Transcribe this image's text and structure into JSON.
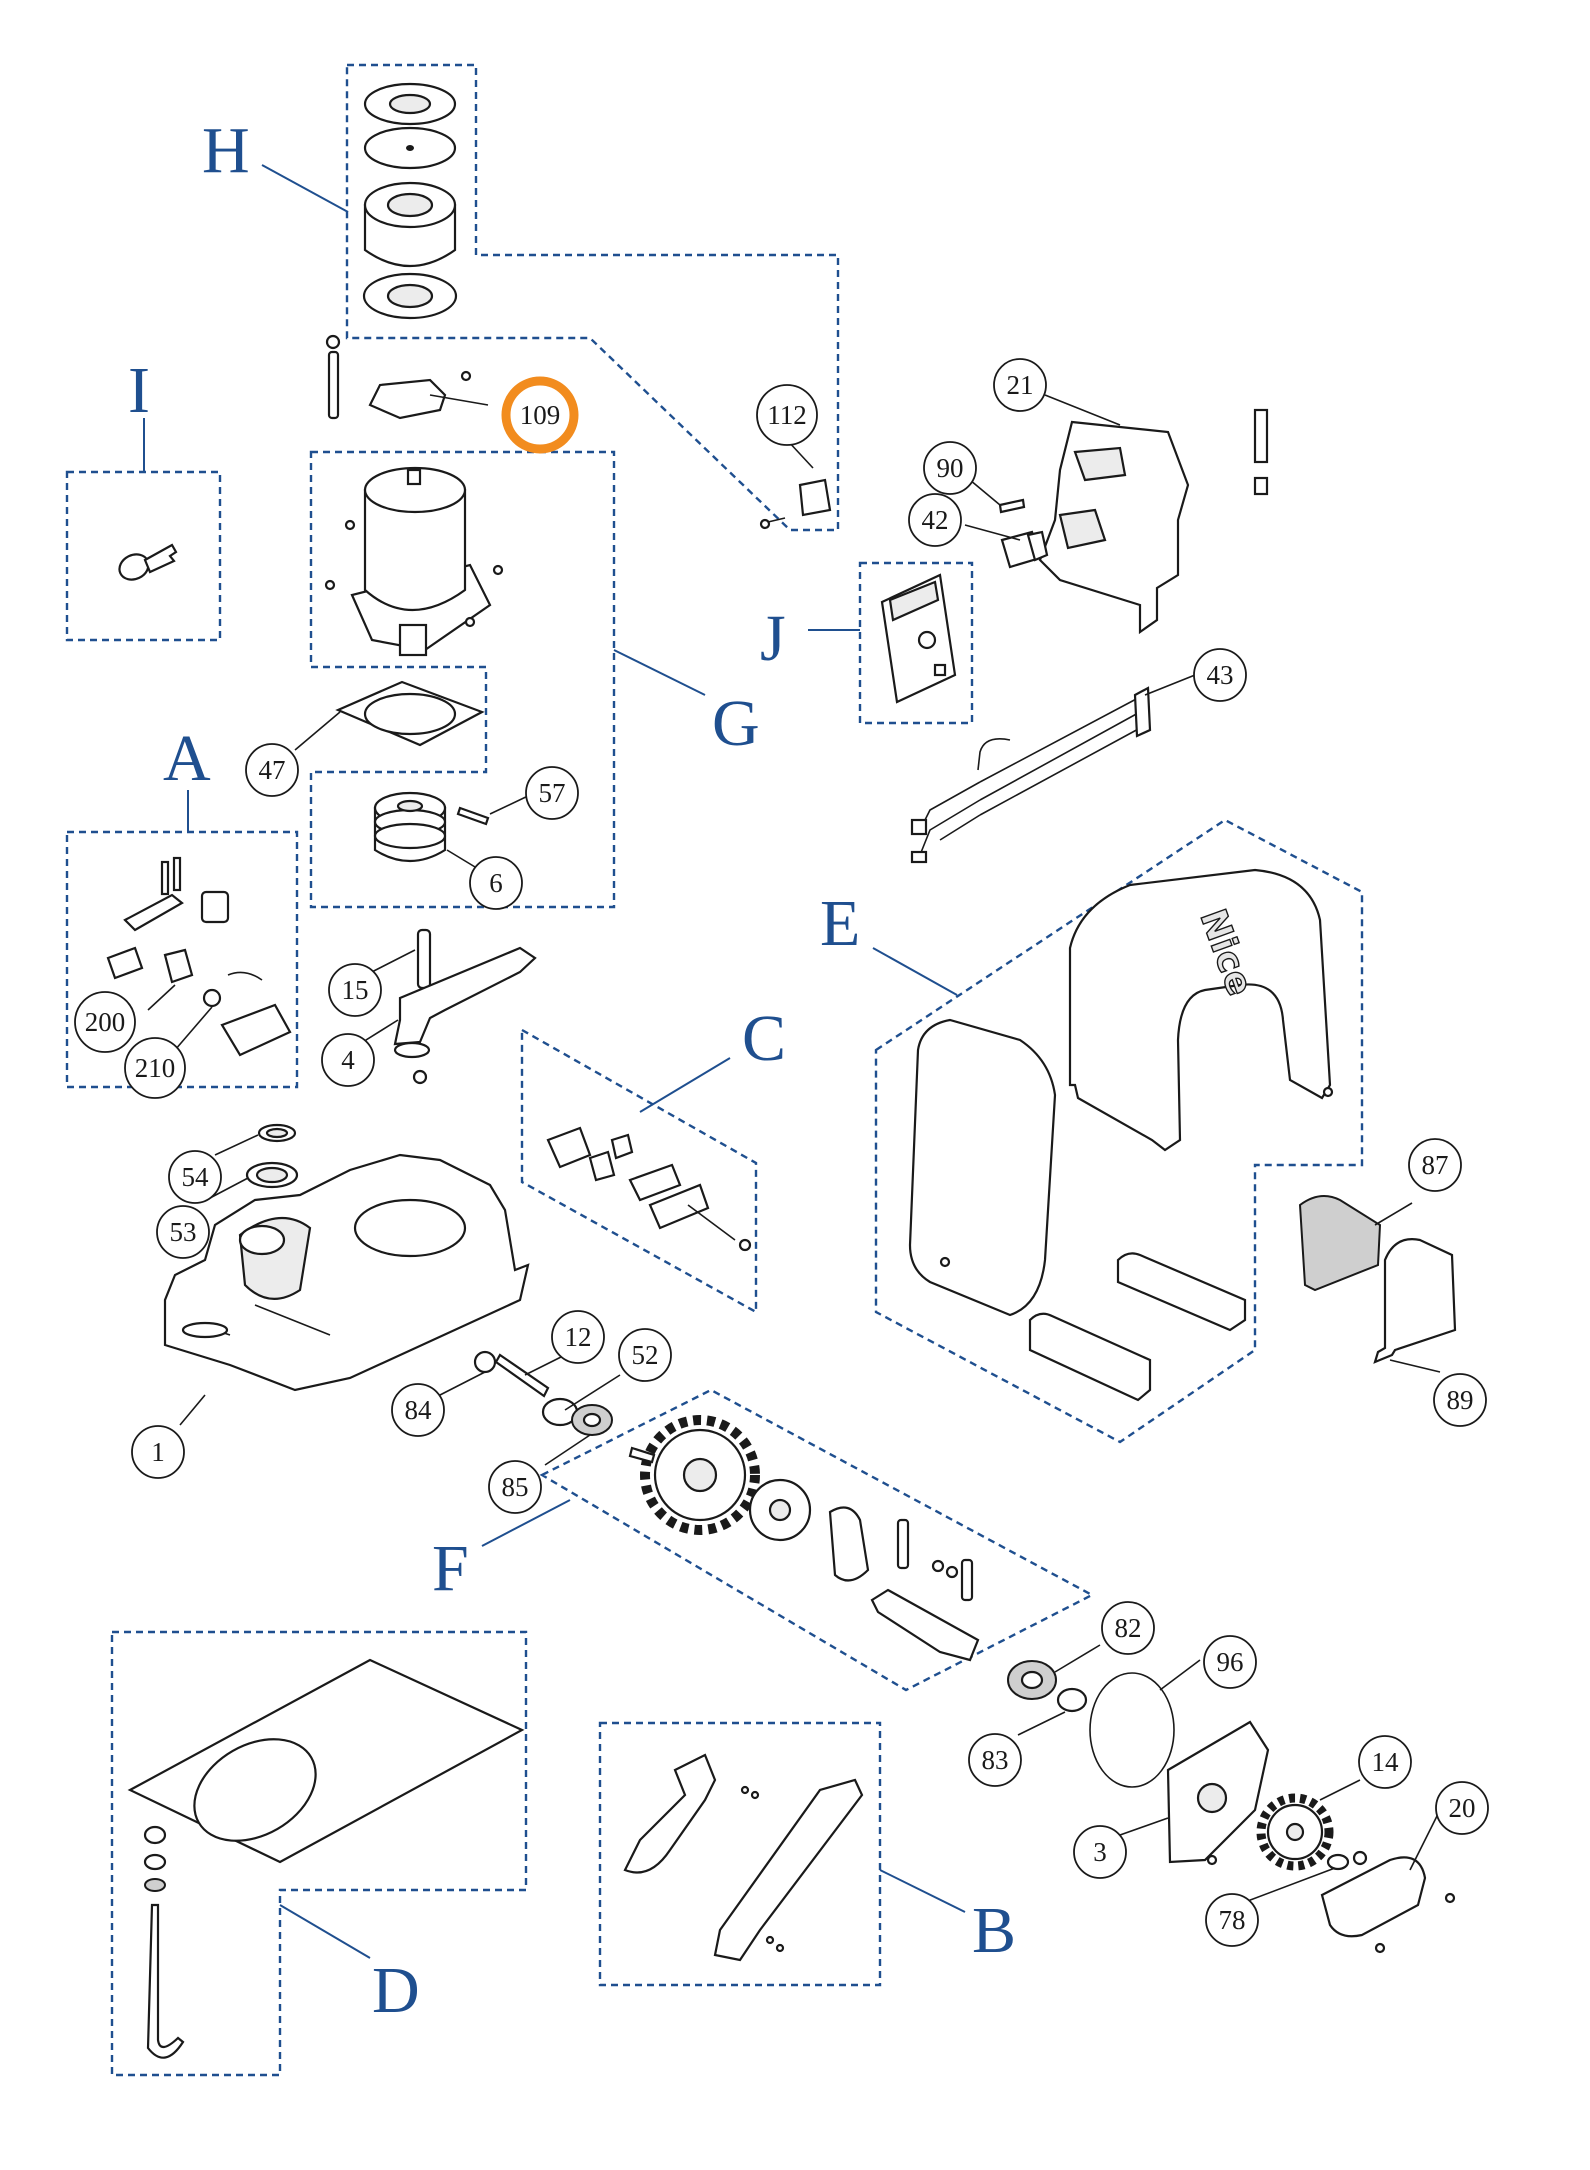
{
  "colors": {
    "group_blue": "#1f4f8f",
    "highlight_orange": "#f28c1e",
    "ink": "#1a1a1a"
  },
  "groups": [
    {
      "id": "H",
      "label": "H"
    },
    {
      "id": "I",
      "label": "I"
    },
    {
      "id": "G",
      "label": "G"
    },
    {
      "id": "J",
      "label": "J"
    },
    {
      "id": "A",
      "label": "A"
    },
    {
      "id": "E",
      "label": "E"
    },
    {
      "id": "C",
      "label": "C"
    },
    {
      "id": "F",
      "label": "F"
    },
    {
      "id": "D",
      "label": "D"
    },
    {
      "id": "B",
      "label": "B"
    }
  ],
  "callouts": [
    {
      "id": "109",
      "label": "109",
      "highlighted": true
    },
    {
      "id": "112",
      "label": "112"
    },
    {
      "id": "21",
      "label": "21"
    },
    {
      "id": "90",
      "label": "90"
    },
    {
      "id": "42",
      "label": "42"
    },
    {
      "id": "43",
      "label": "43"
    },
    {
      "id": "47",
      "label": "47"
    },
    {
      "id": "57",
      "label": "57"
    },
    {
      "id": "6",
      "label": "6"
    },
    {
      "id": "200",
      "label": "200"
    },
    {
      "id": "210",
      "label": "210"
    },
    {
      "id": "15",
      "label": "15"
    },
    {
      "id": "4",
      "label": "4"
    },
    {
      "id": "54",
      "label": "54"
    },
    {
      "id": "53",
      "label": "53"
    },
    {
      "id": "87",
      "label": "87"
    },
    {
      "id": "89",
      "label": "89"
    },
    {
      "id": "12",
      "label": "12"
    },
    {
      "id": "52",
      "label": "52"
    },
    {
      "id": "84",
      "label": "84"
    },
    {
      "id": "1",
      "label": "1"
    },
    {
      "id": "85",
      "label": "85"
    },
    {
      "id": "82",
      "label": "82"
    },
    {
      "id": "96",
      "label": "96"
    },
    {
      "id": "83",
      "label": "83"
    },
    {
      "id": "14",
      "label": "14"
    },
    {
      "id": "20",
      "label": "20"
    },
    {
      "id": "3",
      "label": "3"
    },
    {
      "id": "78",
      "label": "78"
    }
  ],
  "brand_logo": "Nice",
  "icons": [
    "key-icon",
    "gear-icon"
  ]
}
